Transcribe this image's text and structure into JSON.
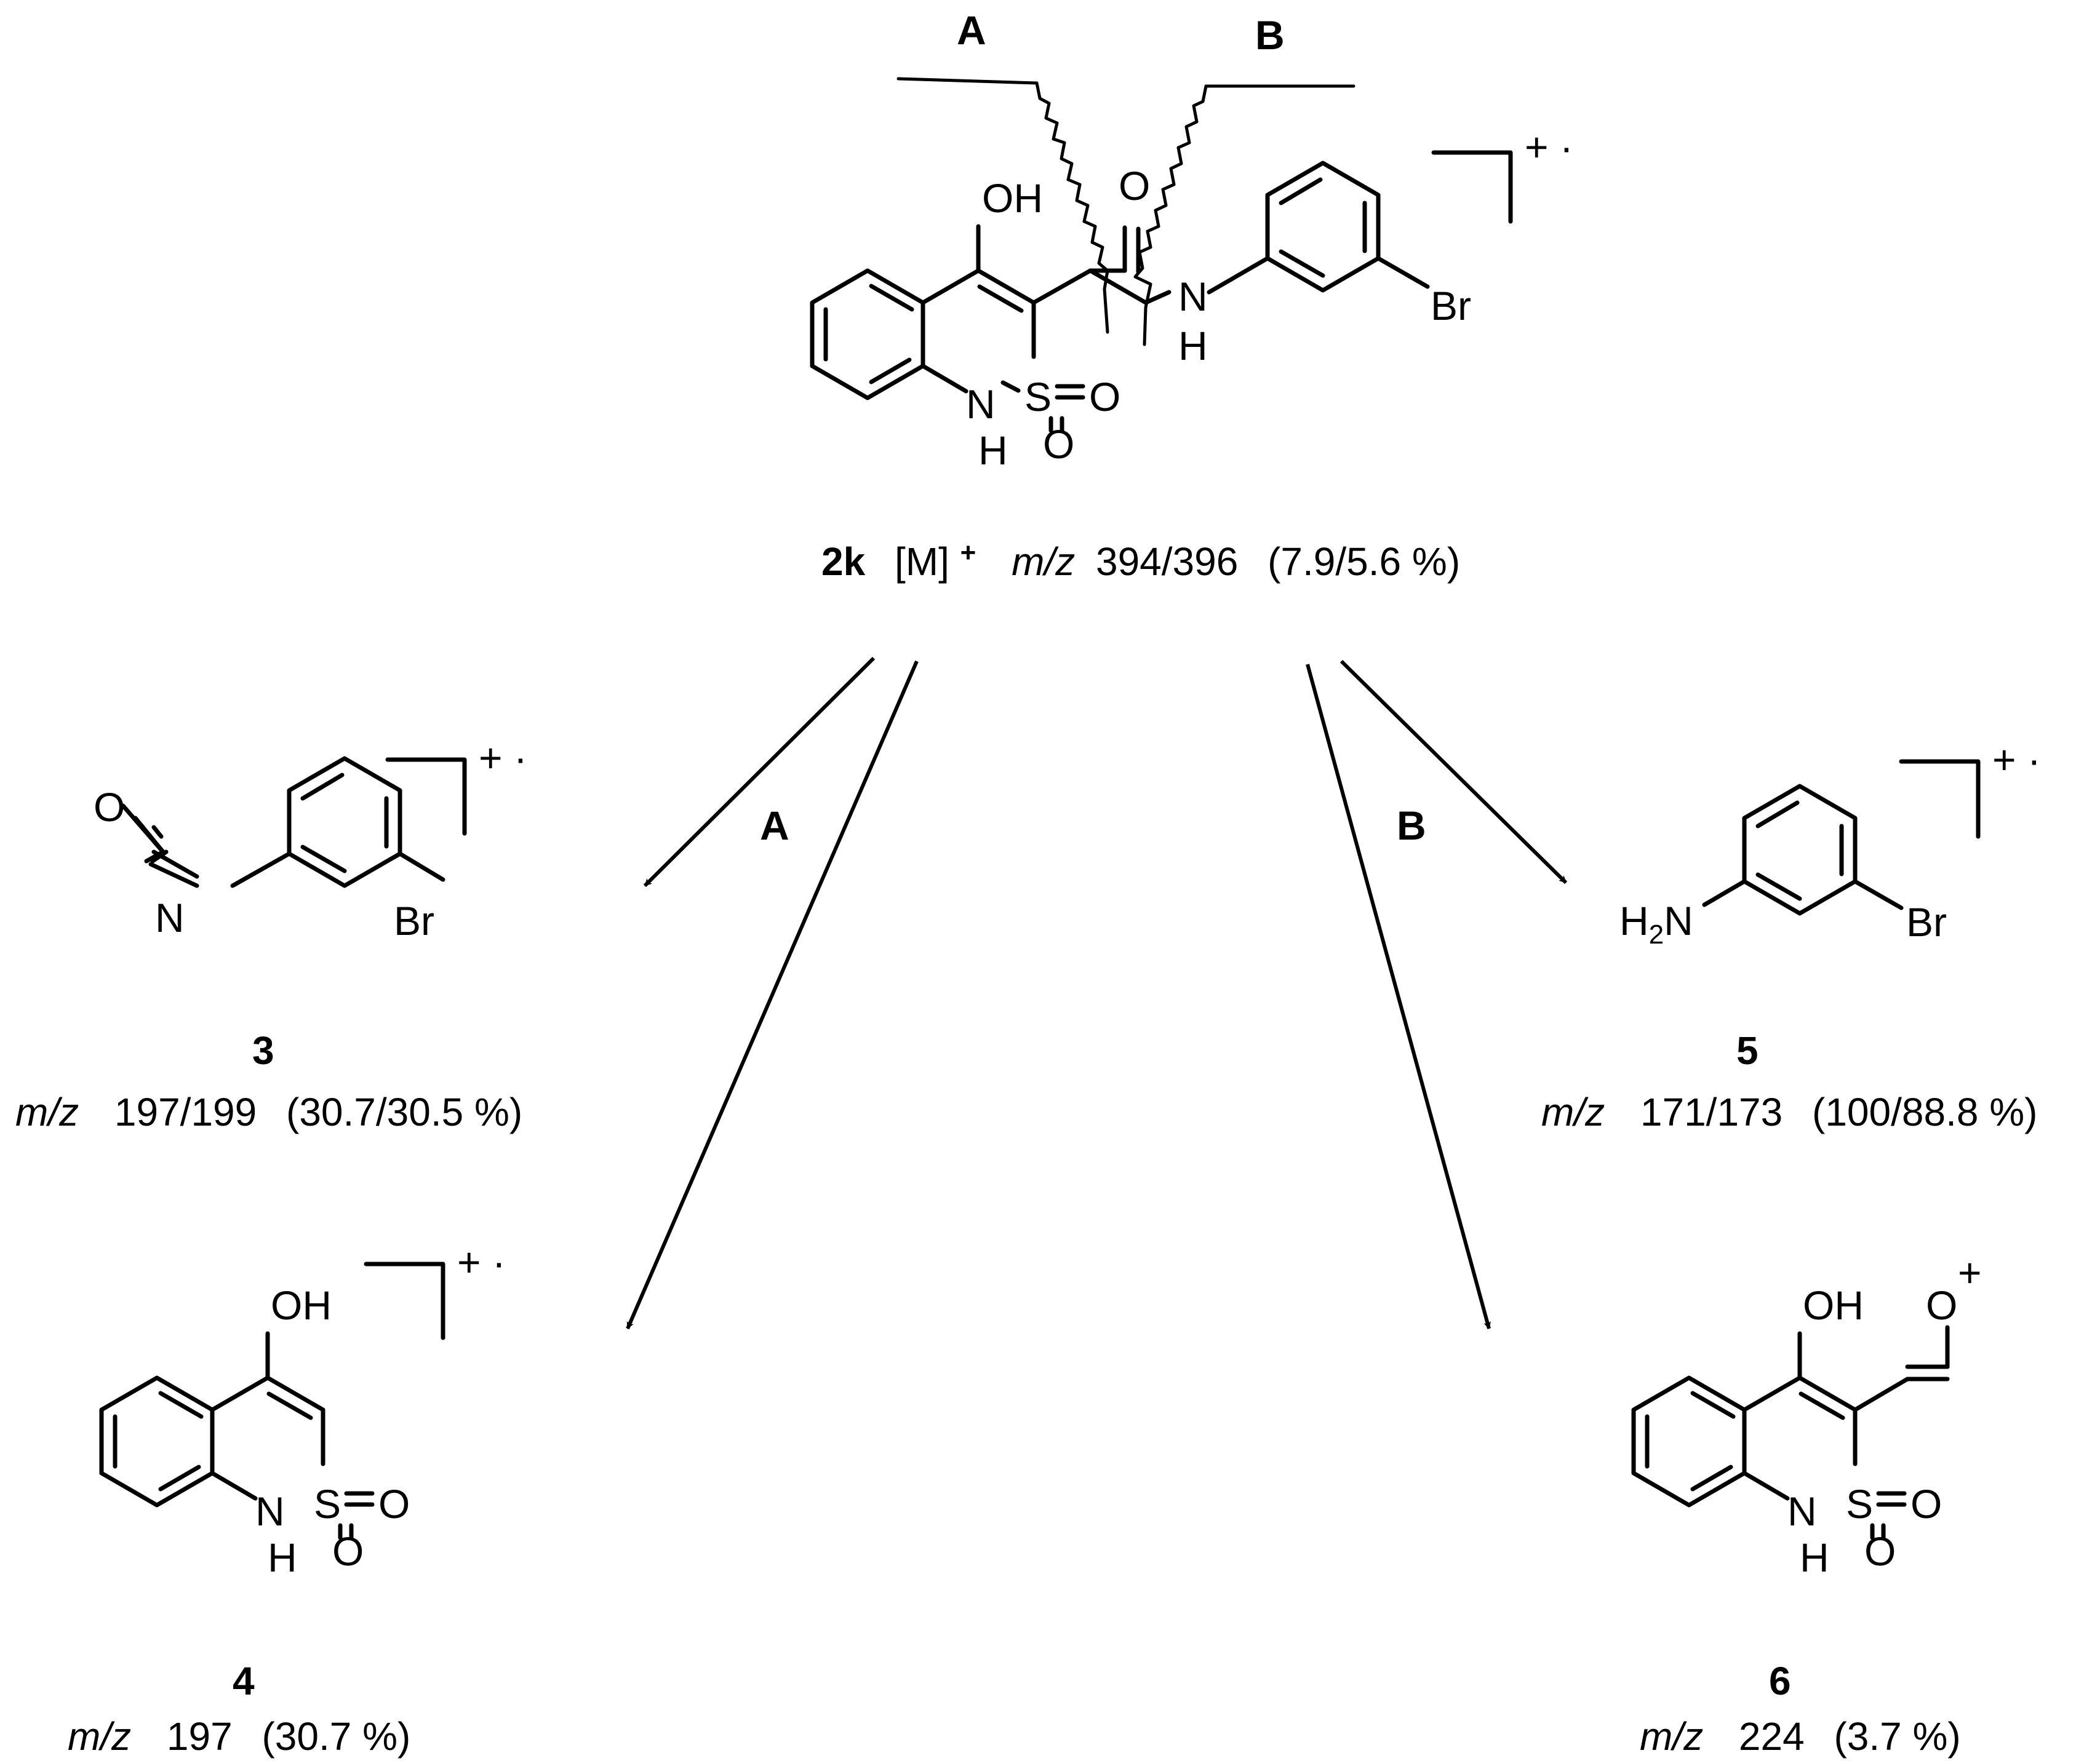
{
  "main": {
    "label": "2k",
    "ion": "[M]",
    "ion_charge": "+",
    "mz_label": "m/z",
    "mz_value": "394/396",
    "abundance": "(7.9/5.6 %)",
    "radical_charge": "+ ·",
    "cleavage_a": "A",
    "cleavage_b": "B",
    "atoms": {
      "oh": "OH",
      "o_carbonyl": "O",
      "n_amide": "N",
      "h_amide": "H",
      "br": "Br",
      "s": "S",
      "o1": "O",
      "o2": "O",
      "n_ring": "N",
      "h_ring": "H"
    }
  },
  "path_labels": {
    "a": "A",
    "b": "B"
  },
  "products": [
    {
      "id": "3",
      "label": "3",
      "mz_label": "m/z",
      "mz_value": "197/199",
      "abundance": "(30.7/30.5 %)",
      "radical_charge": "+ ·",
      "atoms": {
        "o": "O",
        "n": "N",
        "br": "Br"
      }
    },
    {
      "id": "4",
      "label": "4",
      "mz_label": "m/z",
      "mz_value": "197",
      "abundance": "(30.7 %)",
      "radical_charge": "+ ·",
      "atoms": {
        "oh": "OH",
        "s": "S",
        "o1": "O",
        "o2": "O",
        "n": "N",
        "h": "H"
      }
    },
    {
      "id": "5",
      "label": "5",
      "mz_label": "m/z",
      "mz_value": "171/173",
      "abundance": "(100/88.8 %)",
      "radical_charge": "+ ·",
      "atoms": {
        "h2": "H",
        "h2_sub": "2",
        "n": "N",
        "br": "Br"
      }
    },
    {
      "id": "6",
      "label": "6",
      "mz_label": "m/z",
      "mz_value": "224",
      "abundance": "(3.7 %)",
      "atoms": {
        "oh": "OH",
        "o_plus": "O",
        "plus": "+",
        "s": "S",
        "o1": "O",
        "o2": "O",
        "n": "N",
        "h": "H"
      }
    }
  ]
}
